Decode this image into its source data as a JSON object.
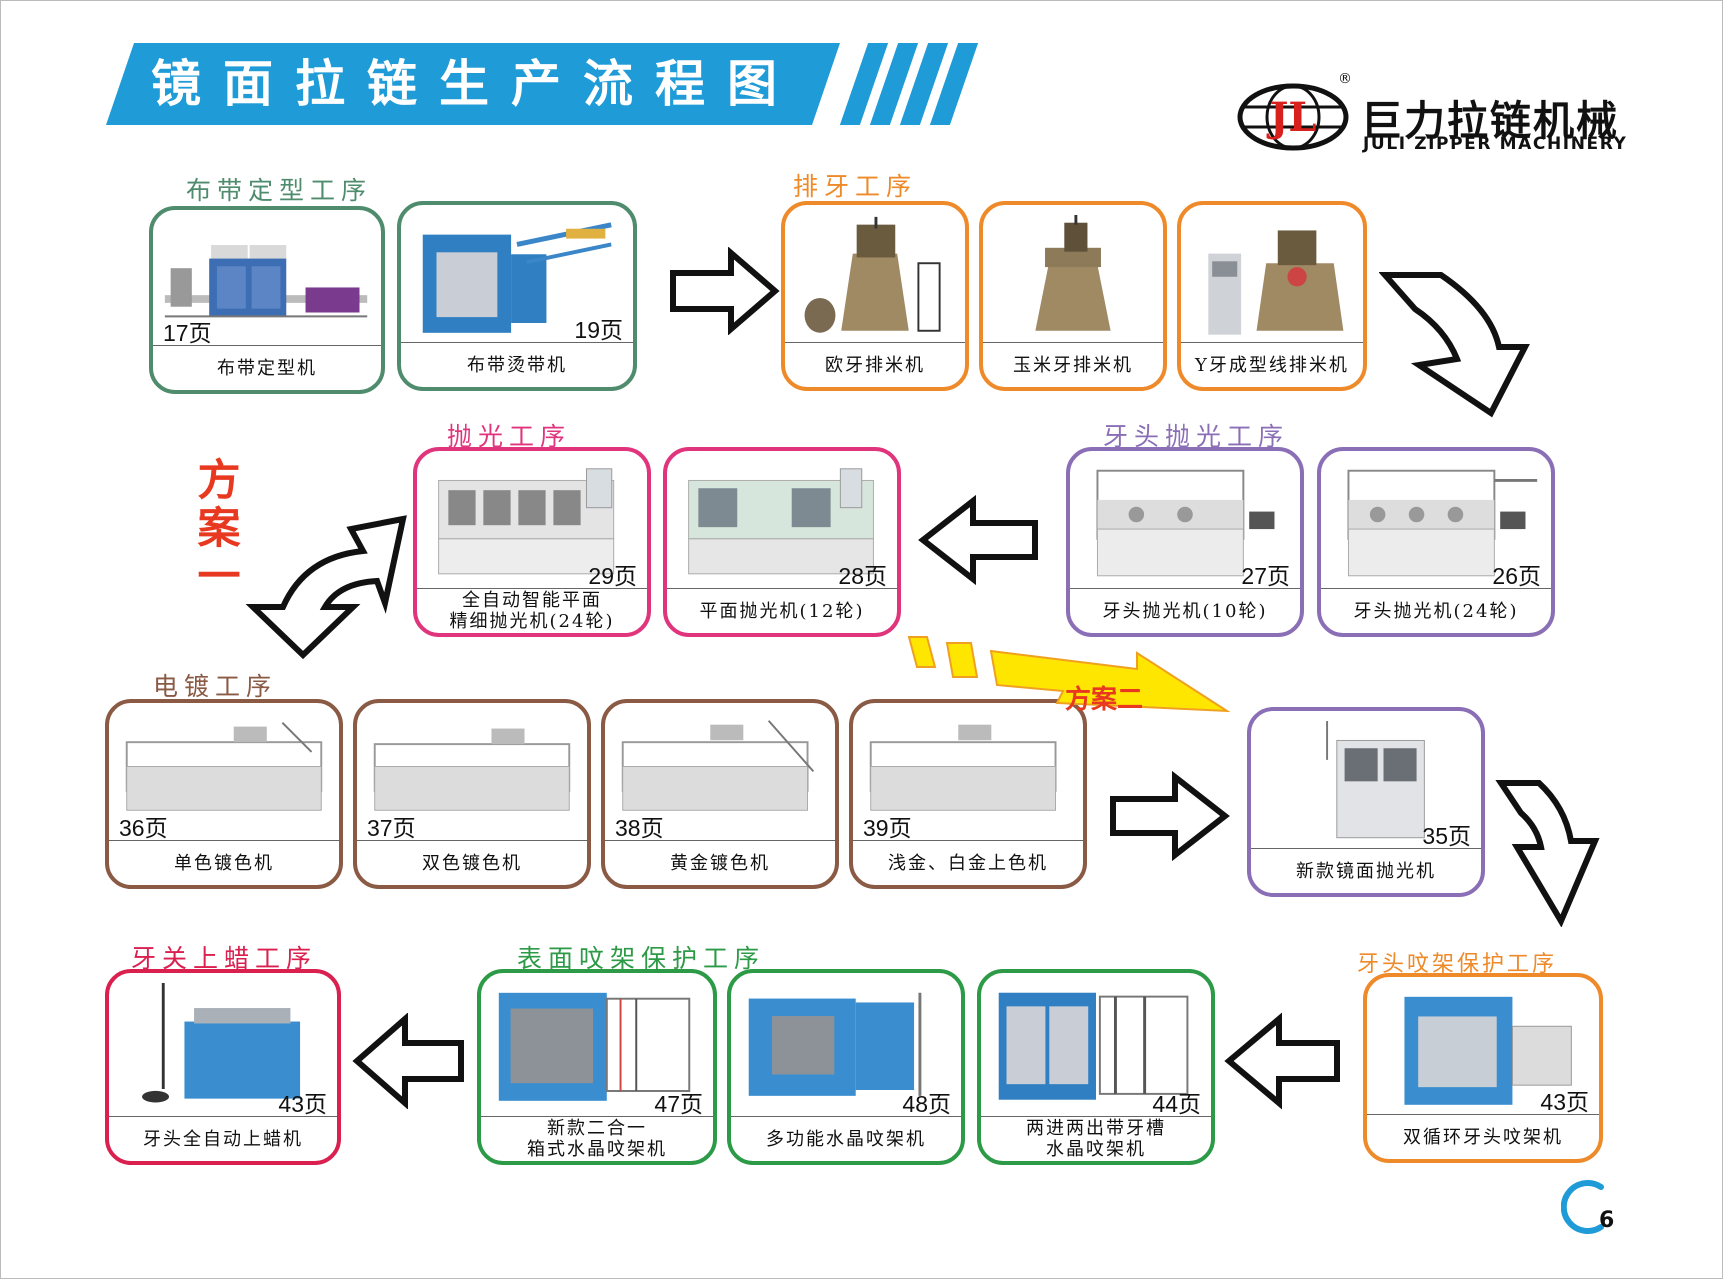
{
  "header": {
    "title": "镜面拉链生产流程图"
  },
  "logo": {
    "cn": "巨力拉链机械",
    "en": "JULI ZIPPER MACHINERY",
    "mark": "®",
    "emblem_text": "JL"
  },
  "colors": {
    "banner": "#1f9bd7",
    "green": "#4f8b6d",
    "orange": "#ee8a2a",
    "purple": "#8b6fb6",
    "magenta": "#e0357d",
    "brown": "#8a5a45",
    "darkgreen": "#2c9a46",
    "crimson": "#d9204f",
    "red": "#e8381f",
    "yellow": "#ffe600"
  },
  "stages": [
    {
      "id": "cloth",
      "label": "布带定型工序",
      "color": "#4f8b6d"
    },
    {
      "id": "teeth",
      "label": "排牙工序",
      "color": "#ee8a2a"
    },
    {
      "id": "slider_polish",
      "label": "牙头抛光工序",
      "color": "#8b6fb6"
    },
    {
      "id": "polish",
      "label": "抛光工序",
      "color": "#e0357d"
    },
    {
      "id": "plating",
      "label": "电镀工序",
      "color": "#8a5a45"
    },
    {
      "id": "slider_spray",
      "label": "牙头呅架保护工序",
      "color": "#ee8a2a"
    },
    {
      "id": "surface_spray",
      "label": "表面呅架保护工序",
      "color": "#2c9a46"
    },
    {
      "id": "wax",
      "label": "牙关上蜡工序",
      "color": "#d9204f"
    }
  ],
  "machines": [
    {
      "id": "m1",
      "name": "布带定型机",
      "page": "17页"
    },
    {
      "id": "m2",
      "name": "布带烫带机",
      "page": "19页"
    },
    {
      "id": "m3",
      "name": "欧牙排米机",
      "page": ""
    },
    {
      "id": "m4",
      "name": "玉米牙排米机",
      "page": ""
    },
    {
      "id": "m5",
      "name": "Y牙成型线排米机",
      "page": ""
    },
    {
      "id": "m6",
      "name": "牙头抛光机(24轮)",
      "page": "26页"
    },
    {
      "id": "m7",
      "name": "牙头抛光机(10轮)",
      "page": "27页"
    },
    {
      "id": "m8",
      "name": "平面抛光机(12轮)",
      "page": "28页"
    },
    {
      "id": "m9",
      "name": "全自动智能平面\n精细抛光机(24轮)",
      "page": "29页"
    },
    {
      "id": "m10",
      "name": "单色镀色机",
      "page": "36页"
    },
    {
      "id": "m11",
      "name": "双色镀色机",
      "page": "37页"
    },
    {
      "id": "m12",
      "name": "黄金镀色机",
      "page": "38页"
    },
    {
      "id": "m13",
      "name": "浅金、白金上色机",
      "page": "39页"
    },
    {
      "id": "m14",
      "name": "新款镜面抛光机",
      "page": "35页"
    },
    {
      "id": "m15",
      "name": "双循环牙头呅架机",
      "page": "43页"
    },
    {
      "id": "m16",
      "name": "两进两出带牙槽\n水晶呅架机",
      "page": "44页"
    },
    {
      "id": "m17",
      "name": "多功能水晶呅架机",
      "page": "48页"
    },
    {
      "id": "m18",
      "name": "新款二合一\n箱式水晶呅架机",
      "page": "47页"
    },
    {
      "id": "m19",
      "name": "牙头全自动上蜡机",
      "page": "43页"
    }
  ],
  "routes": {
    "scheme1": "方案一",
    "scheme2": "方案二"
  },
  "footer": {
    "page_number": "6"
  }
}
